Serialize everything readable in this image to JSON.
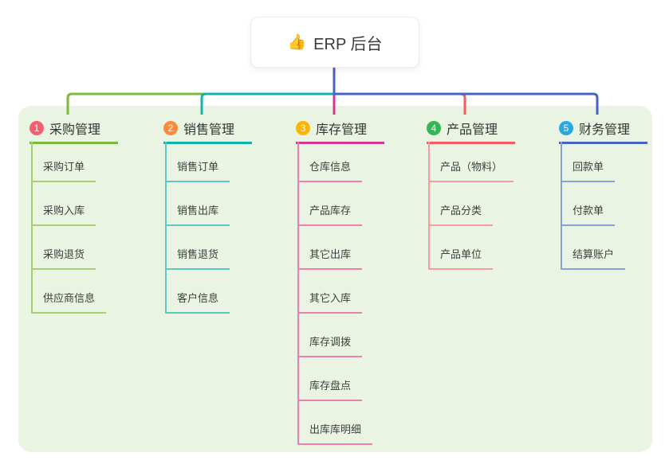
{
  "root": {
    "icon": "👍",
    "label": "ERP 后台"
  },
  "panel": {
    "background": "#e9f5e2"
  },
  "branches": [
    {
      "number": "1",
      "title": "采购管理",
      "badge_color": "#f65d73",
      "line_color": "#7cb93f",
      "child_line_color": "#a5d173",
      "children": [
        "采购订单",
        "采购入库",
        "采购退货",
        "供应商信息"
      ]
    },
    {
      "number": "2",
      "title": "销售管理",
      "badge_color": "#fb8b3d",
      "line_color": "#14b3aa",
      "child_line_color": "#5fc8c0",
      "children": [
        "销售订单",
        "销售出库",
        "销售退货",
        "客户信息"
      ]
    },
    {
      "number": "3",
      "title": "库存管理",
      "badge_color": "#ffb306",
      "line_color": "#d13893",
      "child_line_color": "#ee7eb0",
      "children": [
        "仓库信息",
        "产品库存",
        "其它出库",
        "其它入库",
        "库存调拨",
        "库存盘点",
        "出库库明细"
      ]
    },
    {
      "number": "4",
      "title": "产品管理",
      "badge_color": "#33b654",
      "line_color": "#f45b5e",
      "child_line_color": "#f79b9b",
      "children": [
        "产品（物料）",
        "产品分类",
        "产品单位"
      ]
    },
    {
      "number": "5",
      "title": "财务管理",
      "badge_color": "#2ba7e2",
      "line_color": "#4564c5",
      "child_line_color": "#8aa0d8",
      "children": [
        "回款单",
        "付款单",
        "结算账户"
      ]
    }
  ]
}
